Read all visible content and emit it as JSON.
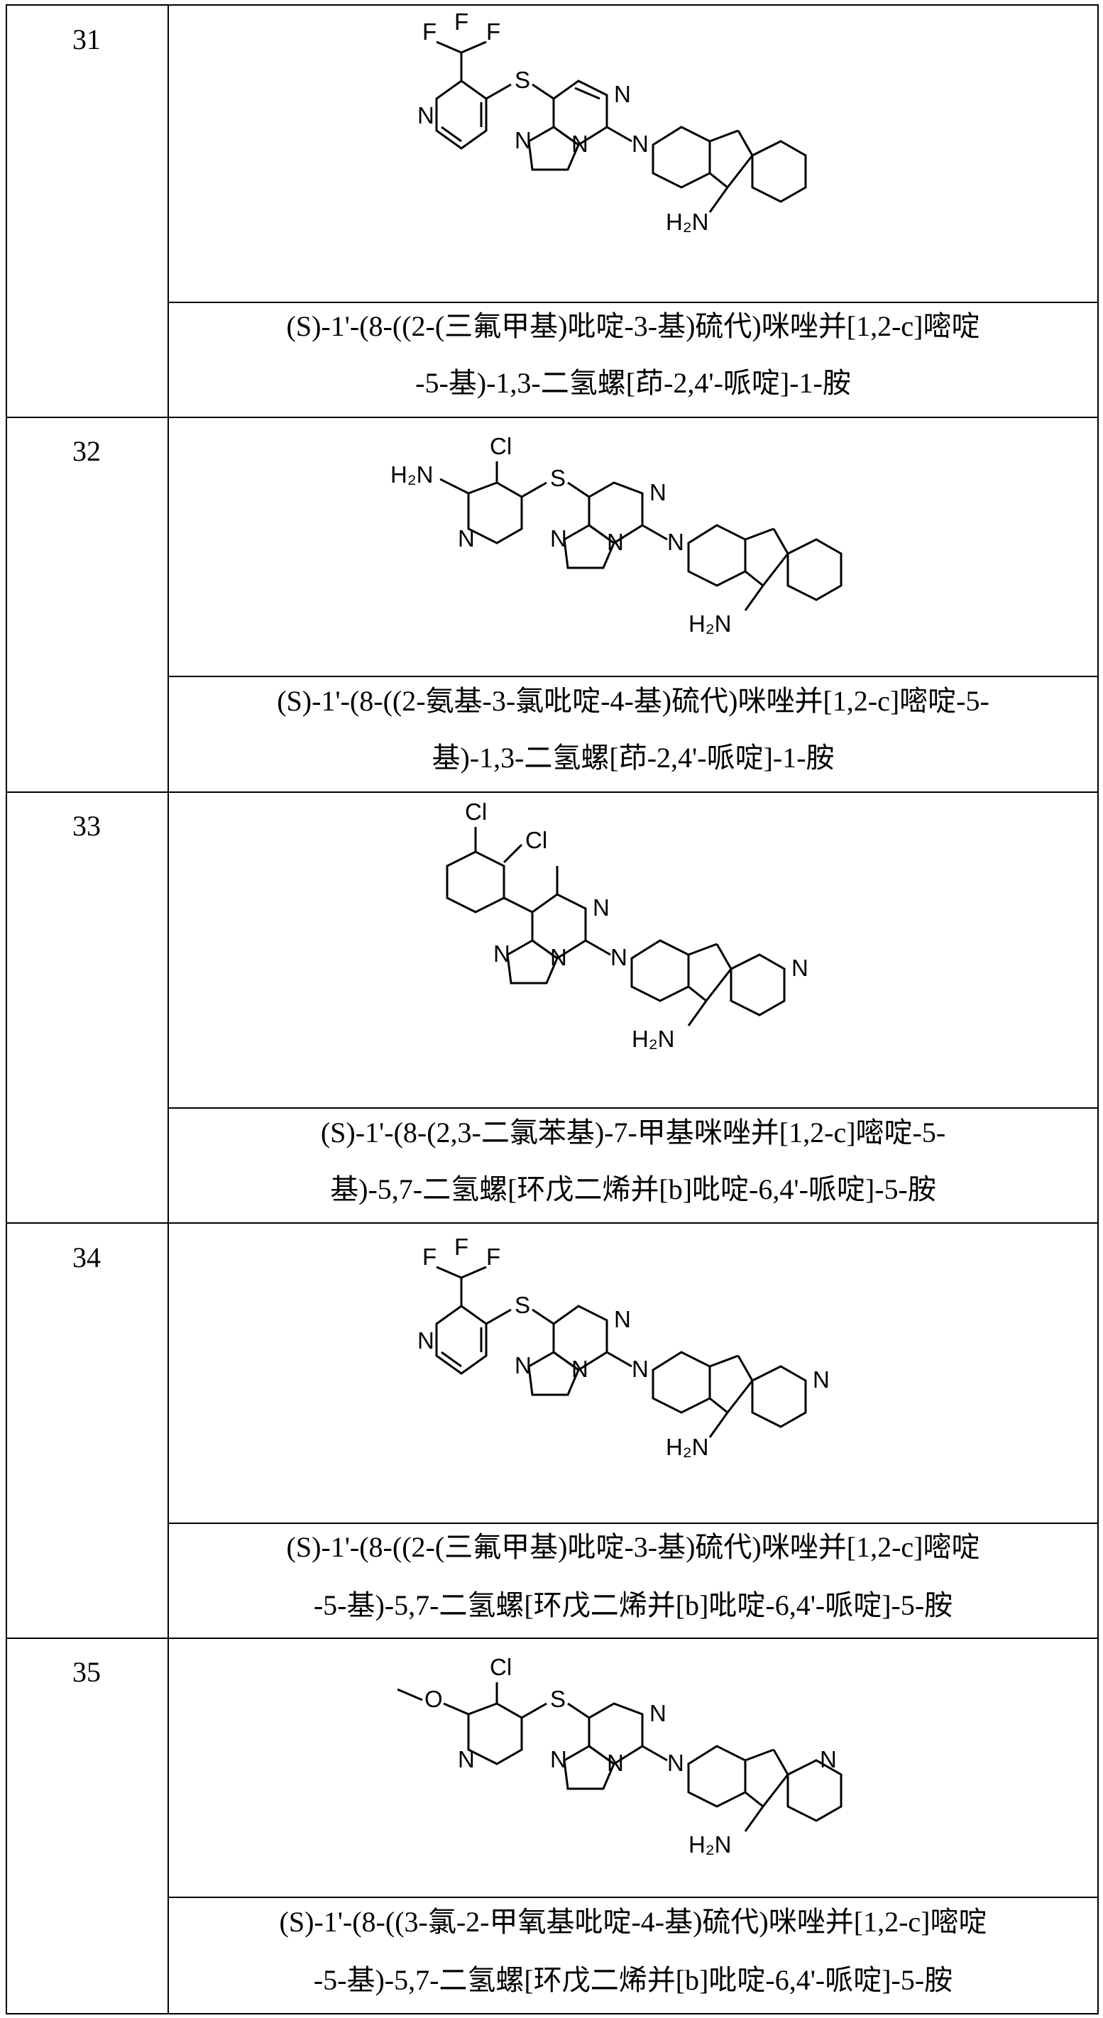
{
  "rows": [
    {
      "number": "31",
      "name_line1": "(S)-1'-(8-((2-(三氟甲基)吡啶-3-基)硫代)咪唑并[1,2-c]嘧啶",
      "name_line2": "-5-基)-1,3-二氢螺[茚-2,4'-哌啶]-1-胺",
      "structure": {
        "substituents": [
          "F",
          "F",
          "F"
        ],
        "ring_atoms": [
          "N",
          "S",
          "N",
          "N",
          "N",
          "N"
        ],
        "amine": "H₂N"
      }
    },
    {
      "number": "32",
      "name_line1": "(S)-1'-(8-((2-氨基-3-氯吡啶-4-基)硫代)咪唑并[1,2-c]嘧啶-5-",
      "name_line2": "基)-1,3-二氢螺[茚-2,4'-哌啶]-1-胺",
      "structure": {
        "substituents": [
          "Cl",
          "H₂N"
        ],
        "ring_atoms": [
          "N",
          "S",
          "N",
          "N",
          "N",
          "N"
        ],
        "amine": "H₂N"
      }
    },
    {
      "number": "33",
      "name_line1": "(S)-1'-(8-(2,3-二氯苯基)-7-甲基咪唑并[1,2-c]嘧啶-5-",
      "name_line2": "基)-5,7-二氢螺[环戊二烯并[b]吡啶-6,4'-哌啶]-5-胺",
      "structure": {
        "substituents": [
          "Cl",
          "Cl"
        ],
        "ring_atoms": [
          "N",
          "N",
          "N",
          "N",
          "N"
        ],
        "amine": "H₂N"
      }
    },
    {
      "number": "34",
      "name_line1": "(S)-1'-(8-((2-(三氟甲基)吡啶-3-基)硫代)咪唑并[1,2-c]嘧啶",
      "name_line2": "-5-基)-5,7-二氢螺[环戊二烯并[b]吡啶-6,4'-哌啶]-5-胺",
      "structure": {
        "substituents": [
          "F",
          "F",
          "F"
        ],
        "ring_atoms": [
          "N",
          "S",
          "N",
          "N",
          "N",
          "N",
          "N"
        ],
        "amine": "H₂N"
      }
    },
    {
      "number": "35",
      "name_line1": "(S)-1'-(8-((3-氯-2-甲氧基吡啶-4-基)硫代)咪唑并[1,2-c]嘧啶",
      "name_line2": "-5-基)-5,7-二氢螺[环戊二烯并[b]吡啶-6,4'-哌啶]-5-胺",
      "structure": {
        "substituents": [
          "Cl",
          "O"
        ],
        "ring_atoms": [
          "N",
          "S",
          "N",
          "N",
          "N",
          "N",
          "N"
        ],
        "amine": "H₂N"
      }
    }
  ]
}
